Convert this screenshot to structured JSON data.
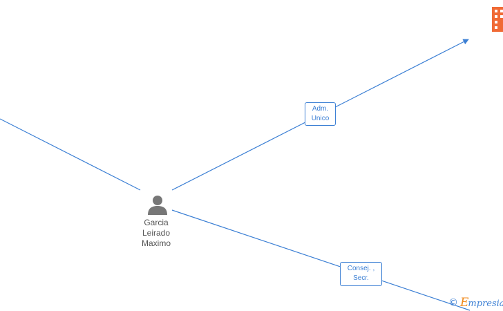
{
  "person": {
    "name_lines": [
      "Garcia",
      "Leirado",
      "Maximo"
    ]
  },
  "company": {
    "label": ""
  },
  "relations": [
    {
      "lines": [
        "Adm.",
        "Unico"
      ]
    },
    {
      "lines": [
        "Consej. ,",
        "Secr."
      ]
    }
  ],
  "footer": {
    "symbol": "©",
    "brand_initial": "E",
    "brand_rest": "mpresia"
  },
  "colors": {
    "edge": "#3b7fd4",
    "person_icon": "#777777",
    "company_icon": "#f06a35",
    "brand_accent": "#f08a1c"
  },
  "icons": {
    "person": "person-icon",
    "company": "building-icon"
  }
}
